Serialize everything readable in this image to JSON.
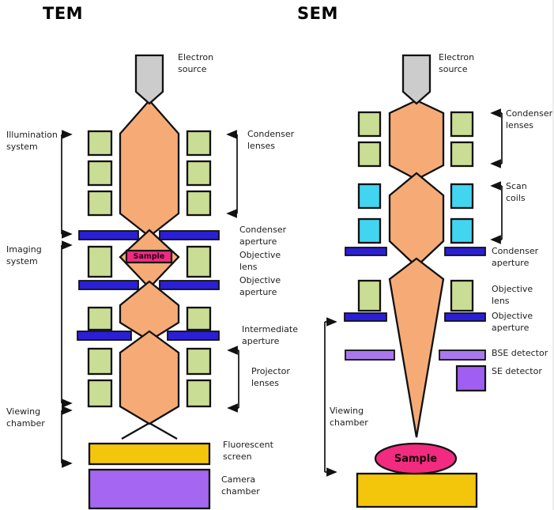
{
  "colors": {
    "lensGreen": "#cadd94",
    "beamOrange": "#f6ab76",
    "apertureBlue": "#2b1fd6",
    "scanCyan": "#41d5f2",
    "bsePurple": "#a978ec",
    "sePurple": "#a15ef2",
    "cameraPurple": "#a566f0",
    "screenYellow": "#f4c60b",
    "samplePink": "#f22a80",
    "sourceGray": "#cccccc",
    "outline": "#111111"
  },
  "tem": {
    "title": "TEM",
    "labels": {
      "electron_source": "Electron source",
      "illumination_system": "Illumination system",
      "condenser_lenses": "Condenser lenses",
      "condenser_aperture": "Condenser aperture",
      "imaging_system": "Imaging system",
      "objective_lens": "Objective lens",
      "objective_aperture": "Objective aperture",
      "intermediate_aperture": "Intermediate aperture",
      "projector_lenses": "Projector lenses",
      "viewing_chamber": "Viewing chamber",
      "fluorescent_screen": "Fluorescent screen",
      "camera_chamber": "Camera chamber",
      "sample": "Sample"
    }
  },
  "sem": {
    "title": "SEM",
    "labels": {
      "electron_source": "Electron source",
      "condenser_lenses": "Condenser lenses",
      "scan_coils": "Scan coils",
      "condenser_aperture": "Condenser aperture",
      "objective_lens": "Objective lens",
      "objective_aperture": "Objective aperture",
      "bse_detector": "BSE detector",
      "se_detector": "SE detector",
      "viewing_chamber": "Viewing chamber",
      "sample": "Sample"
    }
  }
}
